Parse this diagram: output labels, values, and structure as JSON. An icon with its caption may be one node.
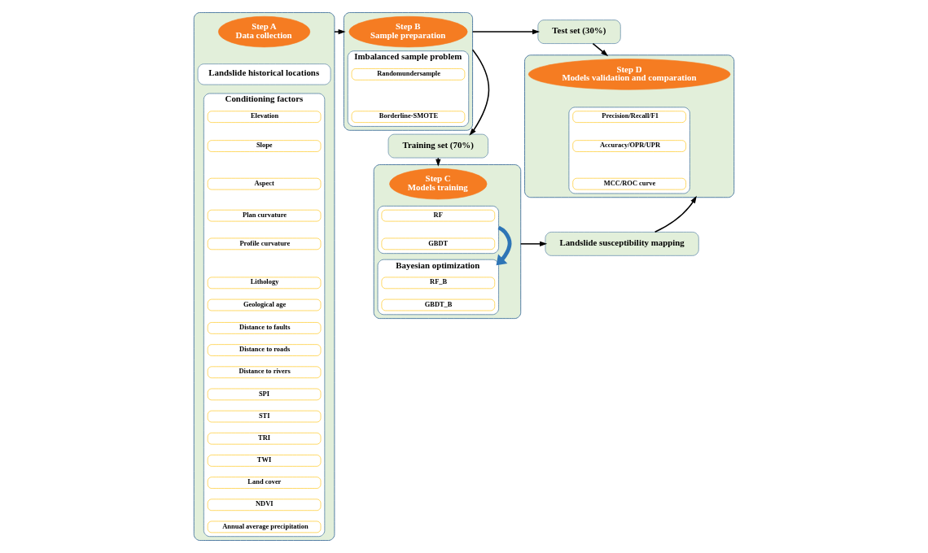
{
  "diagram": {
    "nodes": [
      {
        "text": [],
        "shape": "box"
      },
      {
        "text": [
          "Step A",
          "Data collection"
        ],
        "in": 0
      },
      {
        "text": [
          "Landslide historical locations"
        ],
        "in": 0
      },
      {
        "text": [
          "Conditioning factors"
        ],
        "in": 0
      },
      {
        "text": [
          "Elevation"
        ],
        "in": 3
      },
      {
        "text": [
          "Slope"
        ],
        "in": 3
      },
      {
        "text": [
          "Aspect"
        ],
        "in": 3
      },
      {
        "text": [
          "Plan curvature"
        ],
        "in": 3
      },
      {
        "text": [
          "Profile curvature"
        ],
        "in": 3
      },
      {
        "text": [
          "Lithology"
        ],
        "in": 3
      },
      {
        "text": [
          "Geological age"
        ],
        "in": 3
      },
      {
        "text": [
          "Distance to faults"
        ],
        "in": 3
      },
      {
        "text": [
          "Distance to roads"
        ],
        "in": 3
      },
      {
        "text": [
          "Distance to rivers"
        ],
        "in": 3
      },
      {
        "text": [
          "SPI"
        ],
        "in": 3
      },
      {
        "text": [
          "STI"
        ],
        "in": 3
      },
      {
        "text": [
          "TRI"
        ],
        "in": 3
      },
      {
        "text": [
          "TWI"
        ],
        "in": 3
      },
      {
        "text": [
          "Land cover"
        ],
        "in": 3
      },
      {
        "text": [
          "NDVI"
        ],
        "in": 3
      },
      {
        "text": [
          "Annual average precipitation"
        ],
        "in": 3
      },
      {
        "text": [],
        "shape": "box"
      },
      {
        "text": [
          "Step B",
          "Sample preparation"
        ],
        "in": 21
      },
      {
        "text": [
          "Imbalanced sample problem"
        ],
        "in": 21
      },
      {
        "text": [
          "Randomundersample"
        ],
        "in": 23
      },
      {
        "text": [
          "Borderline-SMOTE"
        ],
        "in": 23
      },
      {
        "text": [
          "Test set (30%)"
        ]
      },
      {
        "text": [
          "Training set (70%)"
        ]
      },
      {
        "text": [],
        "shape": "box"
      },
      {
        "text": [
          "Step C",
          "Models training"
        ],
        "in": 28
      },
      {
        "text": [],
        "shape": "box",
        "in": 28
      },
      {
        "text": [
          "RF"
        ],
        "in": 30
      },
      {
        "text": [
          "GBDT"
        ],
        "in": 30
      },
      {
        "text": [
          "Bayesian optimization"
        ],
        "in": 28
      },
      {
        "text": [
          "RF_B"
        ],
        "in": 33
      },
      {
        "text": [
          "GBDT_B"
        ],
        "in": 33
      },
      {
        "text": [],
        "shape": "box"
      },
      {
        "text": [
          "Step D",
          "Models validation and comparation"
        ],
        "in": 36
      },
      {
        "text": [],
        "shape": "box",
        "in": 36
      },
      {
        "text": [
          "Precision/Recall/F1"
        ],
        "in": 38
      },
      {
        "text": [
          "Accuracy/OPR/UPR"
        ],
        "in": 38
      },
      {
        "text": [
          "MCC/ROC curve"
        ],
        "in": 38
      },
      {
        "text": [
          "Landslide susceptibility mapping"
        ]
      }
    ],
    "edges": [
      {
        "from": 0,
        "to": 21,
        "arrow": "to"
      },
      {
        "from": 21,
        "to": 26,
        "arrow": "to"
      },
      {
        "from": 21,
        "to": 27,
        "arrow": "to"
      },
      {
        "from": 27,
        "to": 28,
        "arrow": "to"
      },
      {
        "from": 26,
        "to": 36,
        "arrow": "to"
      },
      {
        "from": 30,
        "to": 33,
        "arrow": "to",
        "style": "thick",
        "color": "#2e75b6"
      },
      {
        "from": 28,
        "to": 42,
        "arrow": "to"
      },
      {
        "from": 42,
        "to": 36,
        "arrow": "to"
      }
    ]
  }
}
